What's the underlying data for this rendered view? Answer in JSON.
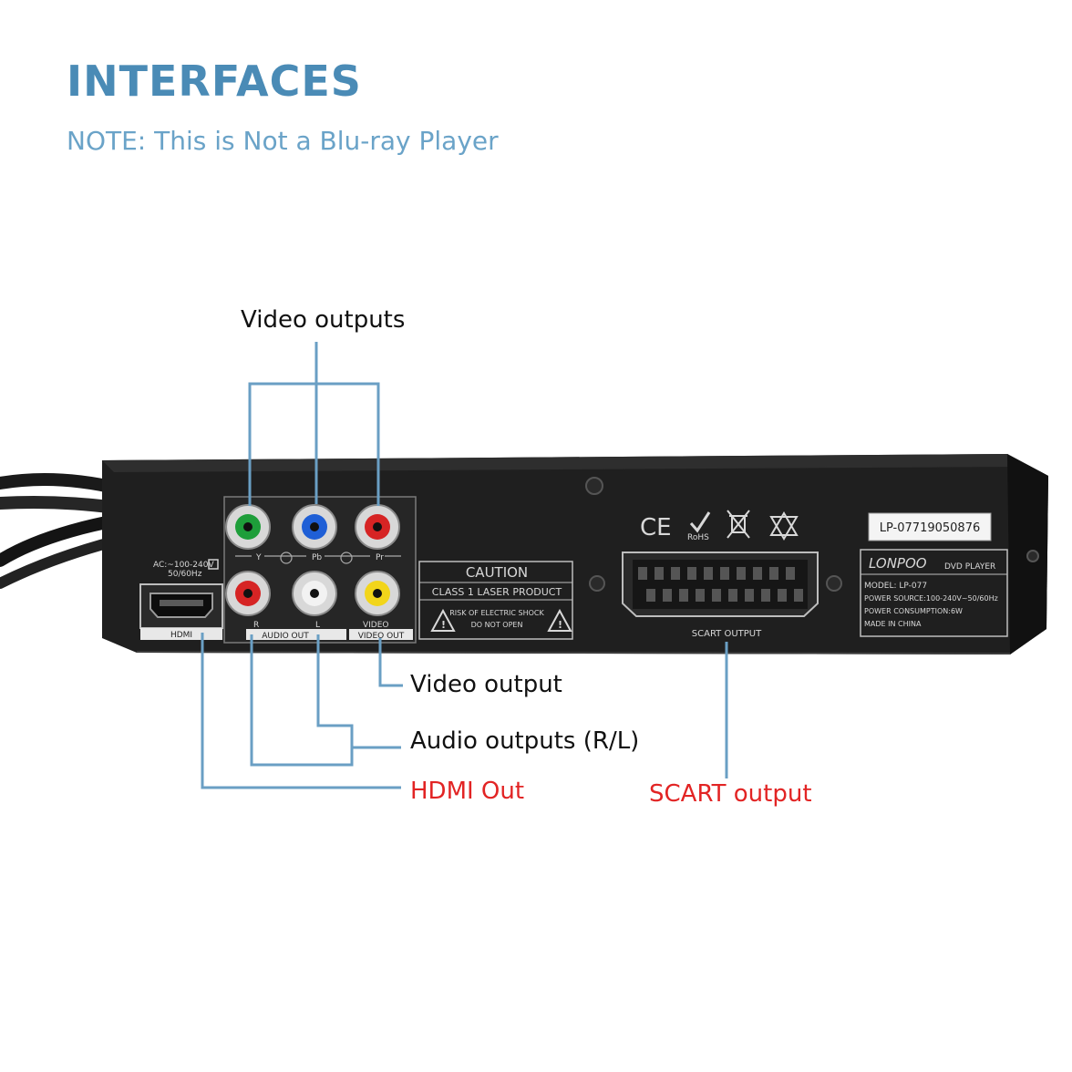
{
  "header": {
    "title": "INTERFACES",
    "note": "NOTE: This is Not a Blu-ray Player"
  },
  "callouts": {
    "video_outputs": "Video outputs",
    "video_output": "Video output",
    "audio_outputs": "Audio outputs (R/L)",
    "hdmi_out": "HDMI Out",
    "scart_output": "SCART output"
  },
  "panel": {
    "ac_label_1": "AC:~100-240V",
    "ac_label_2": "50/60Hz",
    "hdmi_label": "HDMI",
    "y_label": "Y",
    "pb_label": "Pb",
    "pr_label": "Pr",
    "r_label": "R",
    "l_label": "L",
    "audio_out_label": "AUDIO OUT",
    "video_label": "VIDEO",
    "video_out_label": "VIDEO OUT",
    "caution_title": "CAUTION",
    "caution_line": "CLASS 1 LASER PRODUCT",
    "caution_shock_1": "RISK OF ELECTRIC SHOCK",
    "caution_shock_2": "DO NOT OPEN",
    "ce_mark": "CE",
    "rohs_mark": "RoHS",
    "serial": "LP-07719050876",
    "brand": "LONPOO",
    "product": "DVD PLAYER",
    "model": "MODEL: LP-077",
    "power_source": "POWER SOURCE:100-240V~50/60Hz",
    "power_consumption": "POWER CONSUMPTION:6W",
    "made_in": "MADE IN CHINA",
    "scart_label": "SCART OUTPUT"
  },
  "colors": {
    "accent": "#4a8bb6",
    "note": "#6aa3c8",
    "callout_line": "#6a9fc4",
    "red_label": "#e22424",
    "jack_green": "#1e9e3a",
    "jack_blue": "#1f5fd6",
    "jack_red": "#d62424",
    "jack_white": "#f2f2f2",
    "jack_yellow": "#f2d51a"
  }
}
